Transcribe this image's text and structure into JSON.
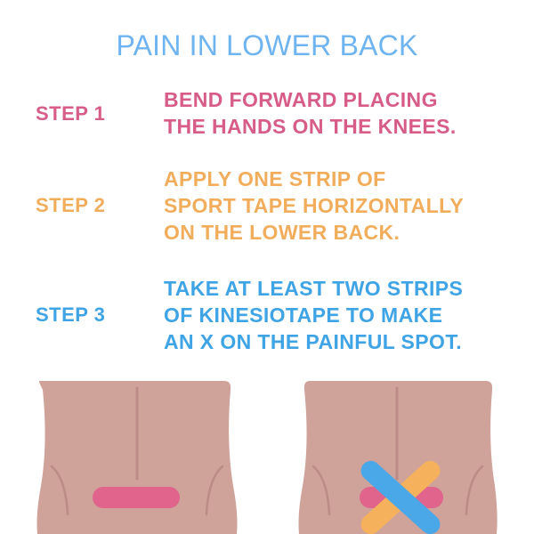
{
  "title": "PAIN IN LOWER BACK",
  "colors": {
    "title": "#6eb4f0",
    "step1": "#d75c88",
    "step2": "#f2ad5c",
    "step3": "#3ea4e5",
    "skin": "#cfa29a",
    "spine": "#bb8c86",
    "tape_pink": "#e0648c",
    "tape_blue": "#4aa8e8",
    "tape_orange": "#f5b15c"
  },
  "steps": [
    {
      "label": "STEP 1",
      "lines": [
        "BEND FORWARD PLACING",
        "THE HANDS ON THE KNEES."
      ]
    },
    {
      "label": "STEP 2",
      "lines": [
        "APPLY ONE STRIP OF",
        "SPORT TAPE HORIZONTALLY",
        "ON THE LOWER BACK."
      ]
    },
    {
      "label": "STEP 3",
      "lines": [
        "TAKE AT LEAST TWO STRIPS",
        "OF KINESIOTAPE TO MAKE",
        "AN X ON THE PAINFUL SPOT."
      ]
    }
  ],
  "illustrations": [
    {
      "icon": "back-with-horizontal-tape-icon"
    },
    {
      "icon": "back-with-x-tape-icon"
    }
  ]
}
